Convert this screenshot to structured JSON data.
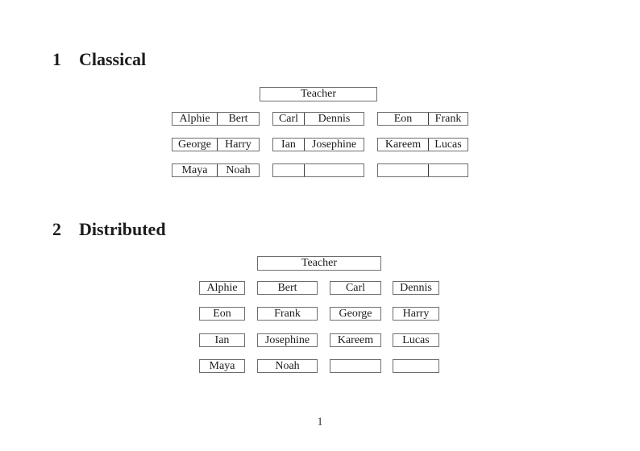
{
  "page": {
    "number": "1"
  },
  "sections": [
    {
      "heading_number": "1",
      "heading_title": "Classical",
      "teacher_label": "Teacher",
      "desk_rows": [
        [
          [
            "Alphie",
            "Bert"
          ],
          [
            "Carl",
            "Dennis"
          ],
          [
            "Eon",
            "Frank"
          ]
        ],
        [
          [
            "George",
            "Harry"
          ],
          [
            "Ian",
            "Josephine"
          ],
          [
            "Kareem",
            "Lucas"
          ]
        ],
        [
          [
            "Maya",
            "Noah"
          ],
          [
            "",
            ""
          ],
          [
            "",
            ""
          ]
        ]
      ]
    },
    {
      "heading_number": "2",
      "heading_title": "Distributed",
      "teacher_label": "Teacher",
      "seat_rows": [
        [
          "Alphie",
          "Bert",
          "Carl",
          "Dennis"
        ],
        [
          "Eon",
          "Frank",
          "George",
          "Harry"
        ],
        [
          "Ian",
          "Josephine",
          "Kareem",
          "Lucas"
        ],
        [
          "Maya",
          "Noah",
          "",
          ""
        ]
      ]
    }
  ]
}
